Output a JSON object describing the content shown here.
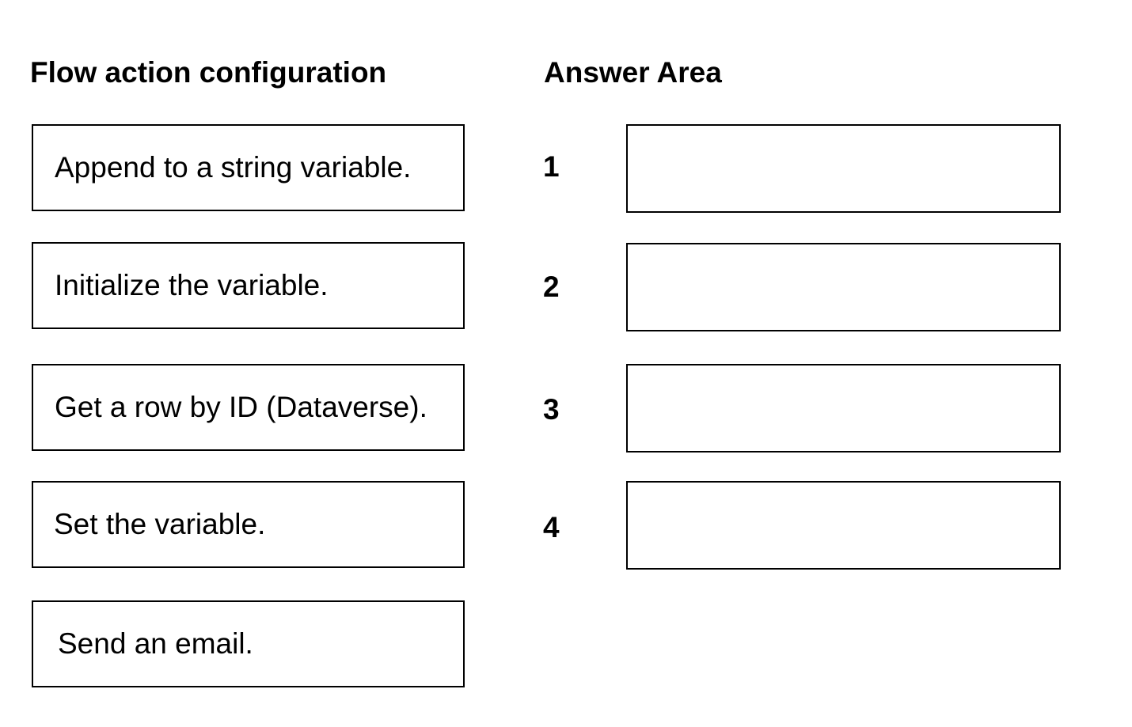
{
  "left_panel": {
    "heading": "Flow action configuration",
    "options": [
      {
        "label": "Append to a string variable."
      },
      {
        "label": "Initialize the variable."
      },
      {
        "label": "Get a row by ID (Dataverse)."
      },
      {
        "label": "Set the variable."
      },
      {
        "label": "Send an email."
      }
    ]
  },
  "right_panel": {
    "heading": "Answer Area",
    "slots": [
      {
        "number": "1",
        "value": ""
      },
      {
        "number": "2",
        "value": ""
      },
      {
        "number": "3",
        "value": ""
      },
      {
        "number": "4",
        "value": ""
      }
    ]
  }
}
